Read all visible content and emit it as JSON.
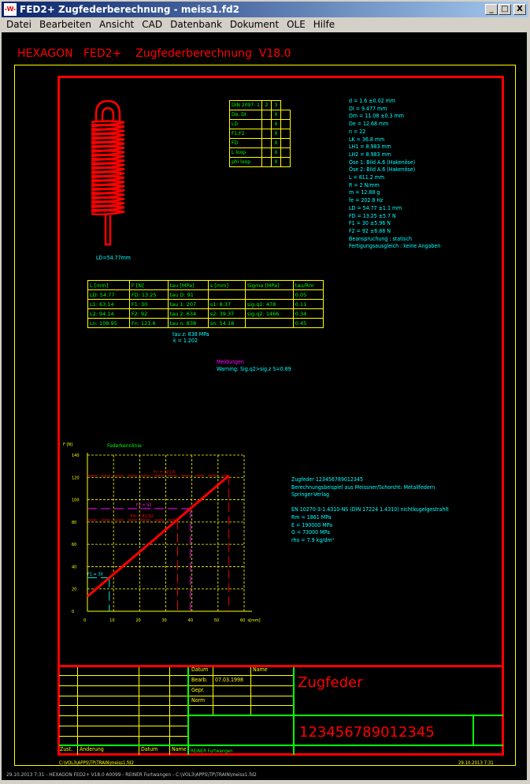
{
  "window": {
    "app_icon": "spring-icon",
    "app": "FED2+",
    "title": "Zugfederberechnung - meiss1.fd2",
    "min": "_",
    "max": "□",
    "close": "X"
  },
  "menu": [
    "Datei",
    "Bearbeiten",
    "Ansicht",
    "CAD",
    "Datenbank",
    "Dokument",
    "OLE",
    "Hilfe"
  ],
  "header": "HEXAGON   FED2+    Zugfederberechnung  V18.0",
  "spring_label": "LD=54.77mm",
  "din_table": {
    "header": [
      "DIN 2097- 1",
      "2",
      "3"
    ],
    "rows": [
      [
        "De, DI",
        "",
        "X",
        ""
      ],
      [
        "LD",
        "",
        "X",
        ""
      ],
      [
        "F1,F2",
        "",
        "X",
        ""
      ],
      [
        "FD",
        "",
        "X",
        ""
      ],
      [
        "L loop",
        "",
        "X",
        ""
      ],
      [
        "phi loop",
        "",
        "X",
        ""
      ]
    ]
  },
  "params": [
    "d = 1.6 ±0.02 mm",
    "DI = 9.477 mm",
    "Dm = 11.08 ±0.3 mm",
    "De = 12.68 mm",
    "n = 22",
    "LK = 36.8 mm",
    "LH1 = 8.983 mm",
    "LH2 = 8.983 mm",
    "Öse 1: Bild A.6 (Hakenöse)",
    "Öse 2: Bild A.6 (Hakenöse)",
    "L = 811.2 mm",
    "R = 2 N/mm",
    "m = 12.88 g",
    "fe = 202.8 Hz",
    "LD = 54.77 ±1.1 mm",
    "FD = 13.25 ±5.7 N",
    "F1 = 30 ±5.96 N",
    "F2 = 92 ±6.88 N",
    "Beanspruchung : statisch",
    "Fertigungsausgleich : keine Angaben"
  ],
  "load_table": {
    "headers": [
      "L [mm]",
      "F [N]",
      "tau [MPa]",
      "s [mm]",
      "Sigma [MPa]",
      "tau/Rm"
    ],
    "rows": [
      [
        "LD: 54.77",
        "FD: 13.25",
        "tau D:  91",
        "",
        "",
        "0.05"
      ],
      [
        "L1: 63.14",
        "F1: 30",
        "tau 1: 207",
        "s1:  8.37",
        "sig.q1: 478",
        "0.11"
      ],
      [
        "L2: 94.14",
        "F2: 92",
        "tau 2: 634",
        "s2:  39.37",
        "sig.q2: 1466",
        "0.34"
      ],
      [
        "Ln: 108.95",
        "Fn: 121.6",
        "tau n: 838",
        "sn: 54.18",
        "",
        "0.45"
      ]
    ]
  },
  "tau_z": "tau z: 838 MPa",
  "k": "k = 1.202",
  "messages": {
    "title": "Meldungen",
    "warning": "Warning: Sig.q2>sig.z S=0.89"
  },
  "material": [
    "Zugfeder  123456789012345",
    "Berechnungsbeispiel aus Meissner/Schorcht: Metallfedern",
    "Springer-Verlag",
    "",
    "EN 10270-3-1.4310-NS (DIN 17224 1.4310) nichtkugelgestrahlt",
    "Rm = 1861 MPa",
    "E = 190000 MPa",
    "G = 73000 MPa",
    "rho = 7.9 kg/dm³"
  ],
  "chart_data": {
    "type": "line",
    "title": "Federkennlinie",
    "xlabel": "s[mm]",
    "ylabel": "F [N]",
    "xlim": [
      0,
      60
    ],
    "ylim": [
      0,
      140
    ],
    "xticks": [
      0,
      10,
      20,
      30,
      40,
      50,
      60
    ],
    "yticks": [
      0,
      20,
      40,
      60,
      80,
      100,
      120,
      140
    ],
    "grid": true,
    "series": [
      {
        "name": "Federkennlinie",
        "x": [
          0,
          54.18
        ],
        "y": [
          13.25,
          121.6
        ]
      }
    ],
    "annotations": [
      {
        "label": "Fn = 121.6",
        "value": 121.6,
        "s": 54.18,
        "color": "#ff0000"
      },
      {
        "label": "F2 = 92",
        "value": 92,
        "s": 39.37,
        "color": "#ff00ff"
      },
      {
        "label": "Fm = 81.92",
        "value": 81.92,
        "s": 34.5,
        "color": "#ff0000"
      },
      {
        "label": "F1 = 30",
        "value": 30,
        "s": 8.37,
        "color": "#00ffff"
      }
    ]
  },
  "titleblock": {
    "datum": "Datum",
    "name": "Name",
    "bearb": "Bearb.",
    "bearb_date": "07.03.1998",
    "gepr": "Gepr.",
    "norm": "Norm",
    "zust": "Zust.",
    "aenderung": "Änderung",
    "datum2": "Datum",
    "name2": "Name",
    "company": "REINER Furtwangen",
    "title": "Zugfeder",
    "number": "123456789012345"
  },
  "frame_footer": {
    "path": "C:\\VOL3\\APPS\\TP\\TRAIN\\meiss1.fd2",
    "date": "29.10.2013 7:31"
  },
  "statusline": "29.10.2013 7:31 - HEXAGON FED2+ V18.0 A0099 - REINER  Furtwangen - C:\\VOL3\\APPS\\TP\\TRAIN\\meiss1.fd2"
}
